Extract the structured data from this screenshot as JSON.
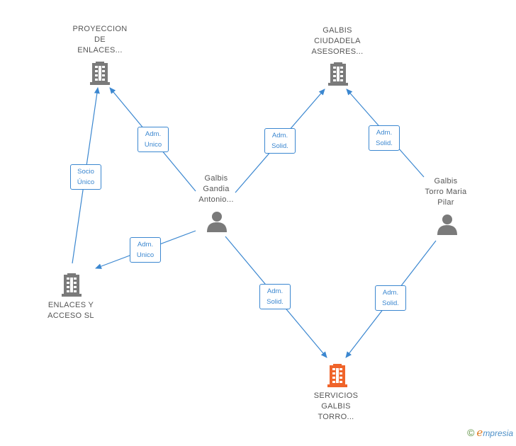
{
  "colors": {
    "edge": "#3b87d0",
    "building": "#7a7a7a",
    "highlight": "#f0642a",
    "person": "#7a7a7a"
  },
  "nodes": {
    "proyeccion": {
      "label": "PROYECCION\nDE\nENLACES...",
      "icon": "building-icon"
    },
    "galbis_ciudadela": {
      "label": "GALBIS\nCIUDADELA\nASESORES...",
      "icon": "building-icon"
    },
    "galbis_gandia": {
      "label": "Galbis\nGandia\nAntonio...",
      "icon": "person-icon"
    },
    "galbis_torro": {
      "label": "Galbis\nTorro Maria\nPilar",
      "icon": "person-icon"
    },
    "enlaces_acceso": {
      "label": "ENLACES Y\nACCESO  SL",
      "icon": "building-icon"
    },
    "servicios_galbis": {
      "label": "SERVICIOS\nGALBIS\nTORRO...",
      "icon": "building-icon"
    }
  },
  "edges": {
    "gandia_to_proyeccion": "Adm.\nUnico",
    "enlaces_to_proyeccion": "Socio\nÚnico",
    "gandia_to_ciudadela": "Adm.\nSolid.",
    "torro_to_ciudadela": "Adm.\nSolid.",
    "gandia_to_enlaces": "Adm.\nUnico",
    "gandia_to_servicios": "Adm.\nSolid.",
    "torro_to_servicios": "Adm.\nSolid."
  },
  "footer": {
    "copyright": "©",
    "brand_e": "e",
    "brand_rest": "mpresia"
  }
}
